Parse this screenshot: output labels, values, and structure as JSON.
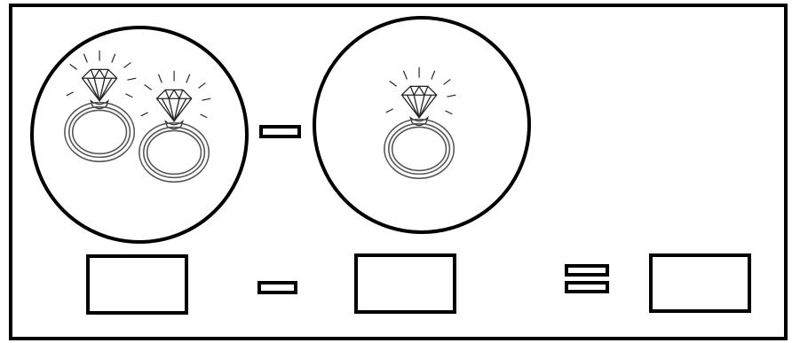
{
  "worksheet": {
    "type": "picture-subtraction",
    "left_group": {
      "item": "diamond-ring",
      "count": 2
    },
    "right_group": {
      "item": "diamond-ring",
      "count": 1
    },
    "operators": {
      "top": "minus",
      "bottom_first": "minus",
      "bottom_second": "equals"
    },
    "answer_boxes": {
      "count": 3,
      "filled": false
    },
    "colors": {
      "stroke": "#000000",
      "ring_stroke": "#555555",
      "background": "#ffffff"
    }
  }
}
